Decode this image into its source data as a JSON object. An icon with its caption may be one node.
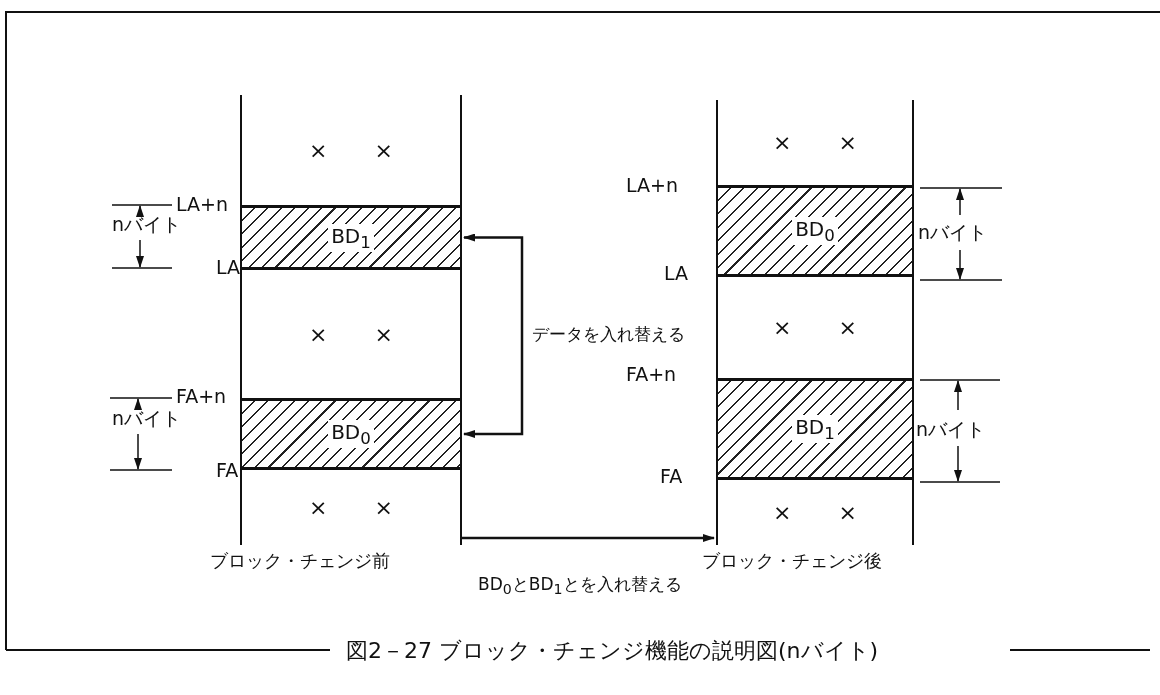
{
  "diagram": {
    "caption": "図2－27 ブロック・チェンジ機能の説明図(nバイト)",
    "nodes": [
      {
        "text": [],
        "shape": "box",
        "beside": [
          "ブロック・チェンジ前"
        ]
      },
      {
        "text": [
          "× ×"
        ],
        "in": 0
      },
      {
        "text": [
          "BD$_{1}$"
        ],
        "in": 0
      },
      {
        "text": [
          "× ×"
        ],
        "in": 0
      },
      {
        "text": [
          "BD$_{0}$"
        ],
        "in": 0
      },
      {
        "text": [
          "× ×"
        ],
        "in": 0
      },
      {
        "text": [],
        "shape": "box",
        "beside": [
          "ブロック・チェンジ後"
        ]
      },
      {
        "text": [
          "× ×"
        ],
        "in": 6
      },
      {
        "text": [
          "BD$_{0}$"
        ],
        "in": 6
      },
      {
        "text": [
          "× ×"
        ],
        "in": 6
      },
      {
        "text": [
          "BD$_{1}$"
        ],
        "in": 6
      },
      {
        "text": [
          "× ×"
        ],
        "in": 6
      }
    ],
    "edges": [
      {
        "from": 2,
        "to": 4,
        "arrow": "both",
        "label": "データを入れ替える"
      },
      {
        "from": 0,
        "to": 6,
        "arrow": "to",
        "label": "BD$_{0}$とBD$_{1}$とを入れ替える"
      }
    ],
    "labels": [
      "LA+n",
      "nバイト",
      "LA",
      "FA+n",
      "nバイト",
      "FA",
      "LA+n",
      "LA",
      "nバイト",
      "FA+n",
      "nバイト",
      "FA"
    ]
  }
}
